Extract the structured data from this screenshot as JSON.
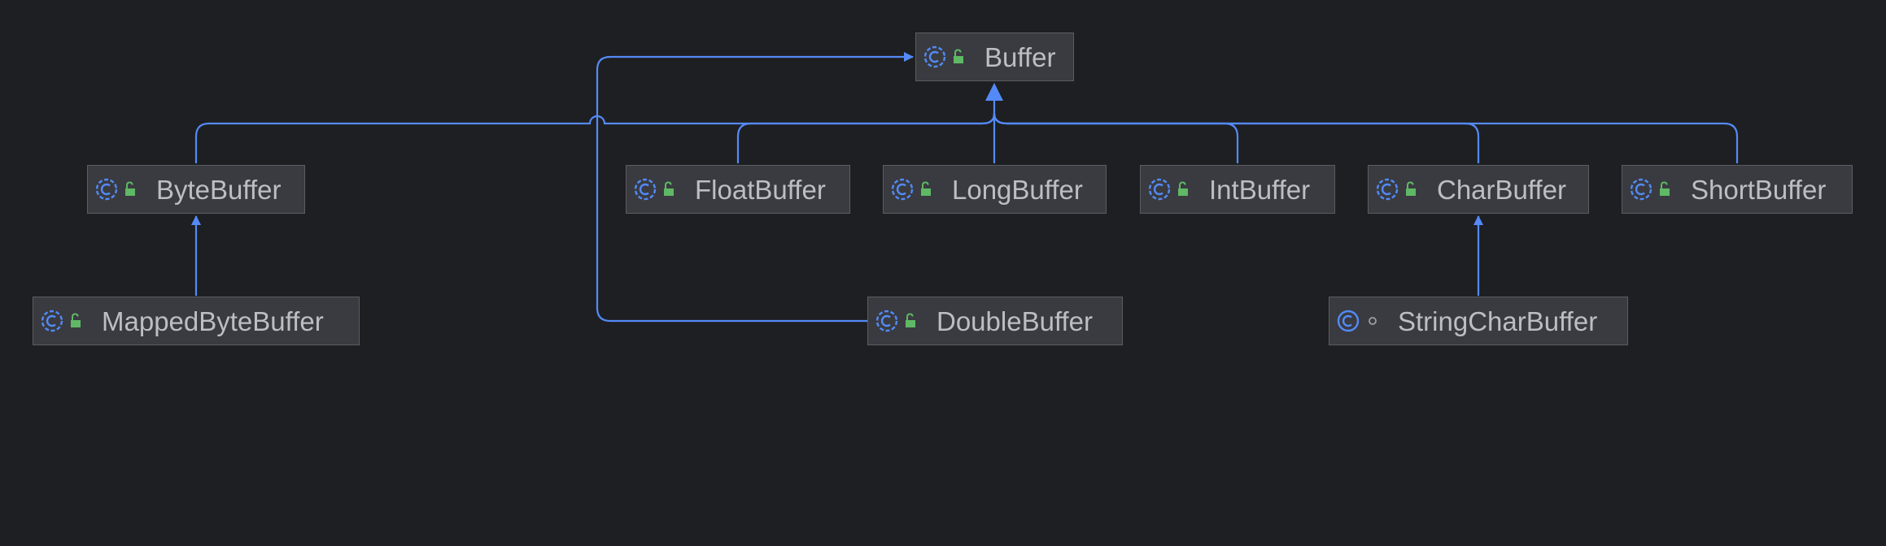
{
  "colors": {
    "background": "#1e1f22",
    "node_fill": "#393b40",
    "node_border": "#5a5d63",
    "edge": "#548af7",
    "text": "#bcbec4",
    "class_icon": "#548af7",
    "public_icon": "#5fb865",
    "package_private_icon": "#9aa0a8"
  },
  "nodes": {
    "buffer": {
      "label": "Buffer",
      "icon": "class-icon",
      "visibility": "public-icon"
    },
    "byte_buffer": {
      "label": "ByteBuffer",
      "icon": "class-icon",
      "visibility": "public-icon"
    },
    "float_buffer": {
      "label": "FloatBuffer",
      "icon": "class-icon",
      "visibility": "public-icon"
    },
    "long_buffer": {
      "label": "LongBuffer",
      "icon": "class-icon",
      "visibility": "public-icon"
    },
    "int_buffer": {
      "label": "IntBuffer",
      "icon": "class-icon",
      "visibility": "public-icon"
    },
    "char_buffer": {
      "label": "CharBuffer",
      "icon": "class-icon",
      "visibility": "public-icon"
    },
    "short_buffer": {
      "label": "ShortBuffer",
      "icon": "class-icon",
      "visibility": "public-icon"
    },
    "mapped_byte_buffer": {
      "label": "MappedByteBuffer",
      "icon": "class-icon",
      "visibility": "public-icon"
    },
    "double_buffer": {
      "label": "DoubleBuffer",
      "icon": "class-icon",
      "visibility": "public-icon"
    },
    "string_char_buffer": {
      "label": "StringCharBuffer",
      "icon": "class-icon",
      "visibility": "package-private-icon"
    }
  },
  "edges": [
    {
      "from": "byte_buffer",
      "to": "buffer",
      "type": "extends"
    },
    {
      "from": "float_buffer",
      "to": "buffer",
      "type": "extends"
    },
    {
      "from": "long_buffer",
      "to": "buffer",
      "type": "extends"
    },
    {
      "from": "int_buffer",
      "to": "buffer",
      "type": "extends"
    },
    {
      "from": "char_buffer",
      "to": "buffer",
      "type": "extends"
    },
    {
      "from": "short_buffer",
      "to": "buffer",
      "type": "extends"
    },
    {
      "from": "double_buffer",
      "to": "buffer",
      "type": "extends"
    },
    {
      "from": "mapped_byte_buffer",
      "to": "byte_buffer",
      "type": "extends"
    },
    {
      "from": "string_char_buffer",
      "to": "char_buffer",
      "type": "extends"
    }
  ]
}
